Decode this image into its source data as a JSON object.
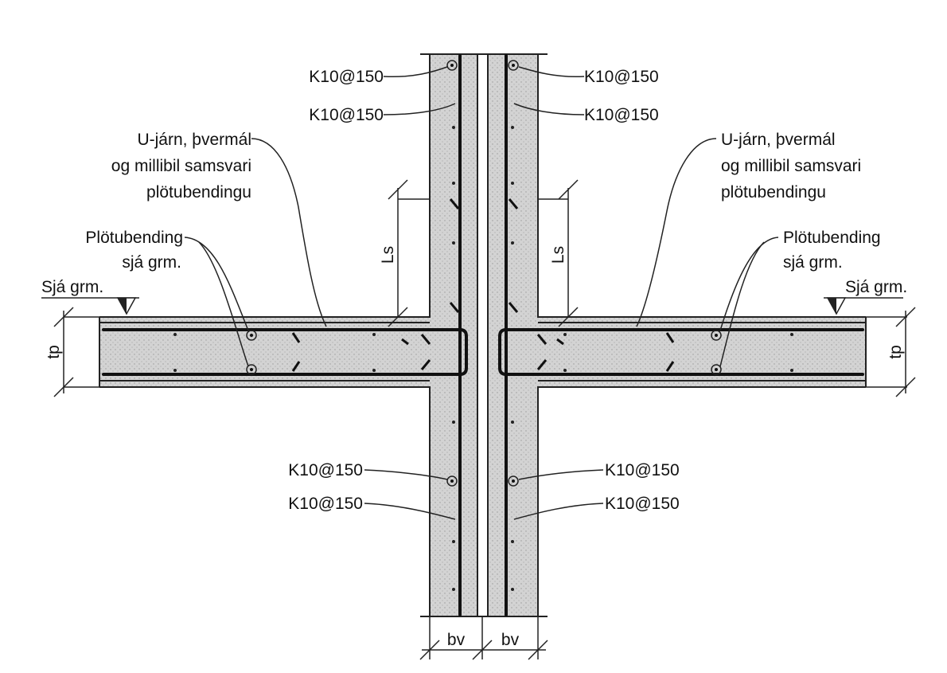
{
  "colors": {
    "concrete": "#cfcfcf",
    "lines": "#222222",
    "background": "#ffffff"
  },
  "labels": {
    "top_left_1": "K10@150",
    "top_left_2": "K10@150",
    "top_right_1": "K10@150",
    "top_right_2": "K10@150",
    "bottom_left_1": "K10@150",
    "bottom_left_2": "K10@150",
    "bottom_right_1": "K10@150",
    "bottom_right_2": "K10@150",
    "ubar_left": [
      "U-járn, þvermál",
      "og millibil samsvari",
      "plötubendingu"
    ],
    "ubar_right": [
      "U-járn, þvermál",
      "og millibil samsvari",
      "plötubendingu"
    ],
    "slab_rebar_left": [
      "Plötubending",
      "sjá grm."
    ],
    "slab_rebar_right": [
      "Plötubending",
      "sjá grm."
    ],
    "level_left": "Sjá grm.",
    "level_right": "Sjá grm.",
    "dim_tp_left": "tp",
    "dim_tp_right": "tp",
    "dim_ls_left": "Ls",
    "dim_ls_right": "Ls",
    "dim_bv_left": "bv",
    "dim_bv_right": "bv"
  }
}
